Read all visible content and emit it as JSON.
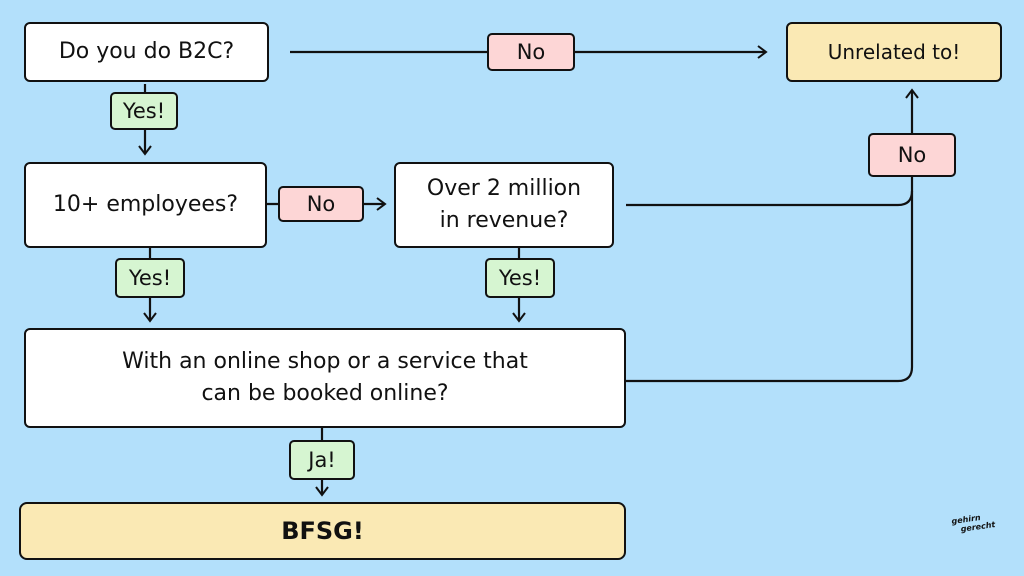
{
  "nodes": {
    "b2c": "Do you do B2C?",
    "unrelated": "Unrelated to!",
    "employees": "10+ employees?",
    "revenue_line1": "Over 2 million",
    "revenue_line2": "in revenue?",
    "online_line1": "With an online shop or a service that",
    "online_line2": "can be booked online?",
    "bfsg": "BFSG!"
  },
  "edge_labels": {
    "b2c_no": "No",
    "b2c_yes": "Yes!",
    "employees_no": "No",
    "employees_yes": "Yes!",
    "revenue_yes": "Yes!",
    "online_yes": "Ja!",
    "right_no": "No"
  },
  "logo": {
    "line1": "gehirn",
    "line2": "gerecht"
  },
  "colors": {
    "background": "#b3e0fb",
    "node_fill": "#ffffff",
    "terminal_fill": "#fae9b4",
    "no_fill": "#fdd6d6",
    "yes_fill": "#d6f5d1"
  }
}
